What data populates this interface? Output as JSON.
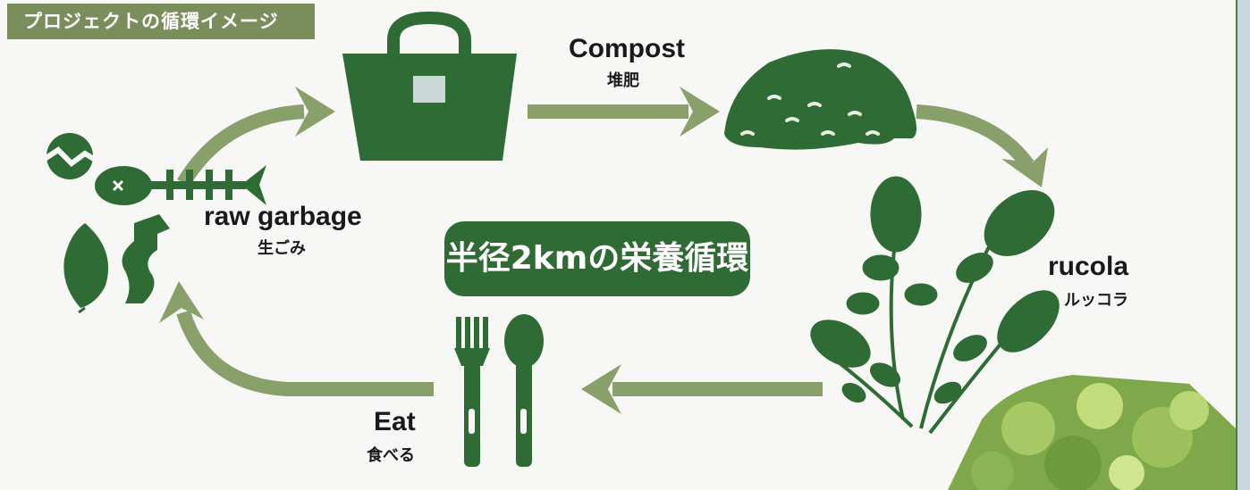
{
  "section_tag": "プロジェクトの循環イメージ",
  "center_label": "半径2kmの栄養循環",
  "nodes": {
    "compost": {
      "en": "Compost",
      "ja": "堆肥"
    },
    "raw_garbage": {
      "en": "raw garbage",
      "ja": "生ごみ"
    },
    "rucola": {
      "en": "rucola",
      "ja": "ルッコラ"
    },
    "eat": {
      "en": "Eat",
      "ja": "食べる"
    }
  },
  "icons": {
    "bag": "shopping-bag-icon",
    "compost_pile": "compost-pile-icon",
    "garbage": "food-scraps-icon",
    "rucola": "rucola-plant-icon",
    "cutlery": "fork-spoon-icon"
  },
  "colors": {
    "dark_green": "#2f6b34",
    "arrow_green": "#8aa06a",
    "tag_olive": "#7c8d5c"
  }
}
